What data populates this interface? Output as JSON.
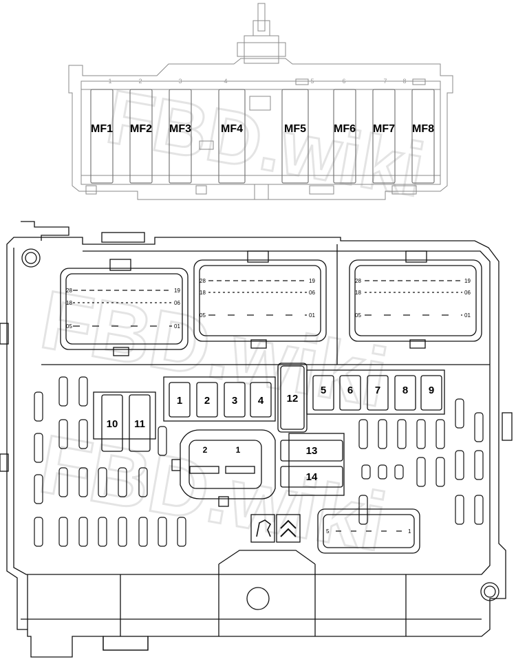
{
  "top_box": {
    "fuses": [
      "MF1",
      "MF2",
      "MF3",
      "MF4",
      "MF5",
      "MF6",
      "MF7",
      "MF8"
    ],
    "slot_numbers": [
      "1",
      "2",
      "3",
      "4",
      "5",
      "6",
      "7",
      "8"
    ]
  },
  "main_box": {
    "fuses_row": [
      "1",
      "2",
      "3",
      "4",
      "12",
      "5",
      "6",
      "7",
      "8",
      "9"
    ],
    "fuses_left": [
      "10",
      "11"
    ],
    "fuses_right": [
      "13",
      "14"
    ],
    "relay_pins": [
      "2",
      "1"
    ],
    "connector_pins": {
      "row1_left": "28",
      "row1_right": "19",
      "row2_left": "18",
      "row2_right": "06",
      "row3_left": "05",
      "row3_right": "01"
    },
    "small_connector_pins": {
      "left": "5",
      "right": "1"
    }
  },
  "watermark": "FBD.wiki"
}
